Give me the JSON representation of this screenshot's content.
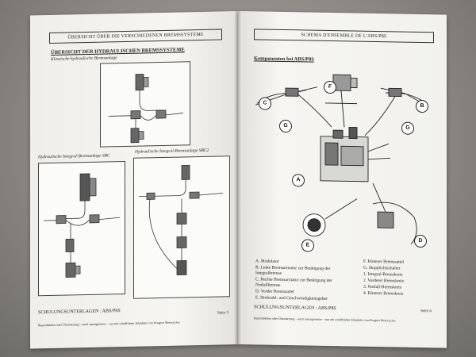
{
  "left_page": {
    "header": "ÜBERSICHT ÜBER DIE VERSCHIEDENEN BREMSSYSTEME",
    "title": "ÜBERSICHT DER HYDRAULISCHEN BREMSSYSTEME",
    "caption_classic": "Klassische hydraulische Bremsanlage",
    "caption_sbc": "Hydraulische Integral-Bremsanlage SBC",
    "caption_sbc2": "Hydraulische Integral-Bremsanlage SBC2",
    "footer_left": "SCHULUNGSUNTERLAGEN : ABS/P8S",
    "footer_page": "Seite 3",
    "footer_note": "Reproduktion oder Übersetzung – auch auszugsweise – nur mit schriftlicher Erlaubnis von Peugeot Motocycles"
  },
  "right_page": {
    "header": "SCHEMA D'ENSEMBLE DE L'ABS/P8S",
    "title": "Komponenten bei ABS/P8S",
    "callouts": [
      "F",
      "B",
      "C",
      "G",
      "G",
      "A",
      "E",
      "D"
    ],
    "legend_left": [
      "A.  Modulator",
      "B.  Linke Bremsarmatur zur Betätigung der",
      "      Integralbremse",
      "C.  Rechte Bremsarmatur zur Betätigung der",
      "      Notfallbremse",
      "D.  Vorder Bremssattel",
      "E.  Drehzahl- und Geschwindigkeitsgeber"
    ],
    "legend_right": [
      "F.  Hinterer Bremssattel",
      "G.  Stopplichtschalter",
      "1.  Integral-Bremskreis",
      "2.  Vorderer Bremskreis",
      "3.  Notfall-Bremskreis",
      "4.  Hinterer Bremskreis"
    ],
    "footer_left": "SCHULUNGSUNTERLAGEN : ABS/P8S",
    "footer_page": "Seite 4",
    "footer_note": "Reproduktion oder Übersetzung – auch auszugsweise – nur mit schriftlicher Erlaubnis von Peugeot Motocycles"
  }
}
